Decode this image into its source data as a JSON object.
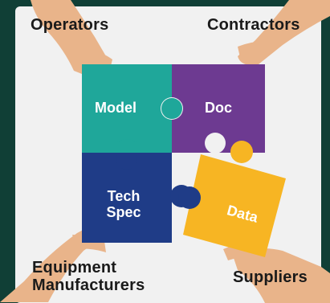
{
  "labels": {
    "operators": "Operators",
    "contractors": "Contractors",
    "equipment_line1": "Equipment",
    "equipment_line2": "Manufacturers",
    "suppliers": "Suppliers"
  },
  "pieces": {
    "model": "Model",
    "doc": "Doc",
    "tech_line1": "Tech",
    "tech_line2": "Spec",
    "data": "Data"
  },
  "colors": {
    "background": "#103f36",
    "card": "#f1f1f1",
    "model": "#1fa79a",
    "doc": "#6d3a91",
    "tech": "#1f3c87",
    "data": "#f7b523",
    "hand": "#e9b48a"
  },
  "icons": [
    "hand-top-left-icon",
    "hand-top-right-icon",
    "hand-bottom-left-icon",
    "hand-bottom-right-icon"
  ]
}
